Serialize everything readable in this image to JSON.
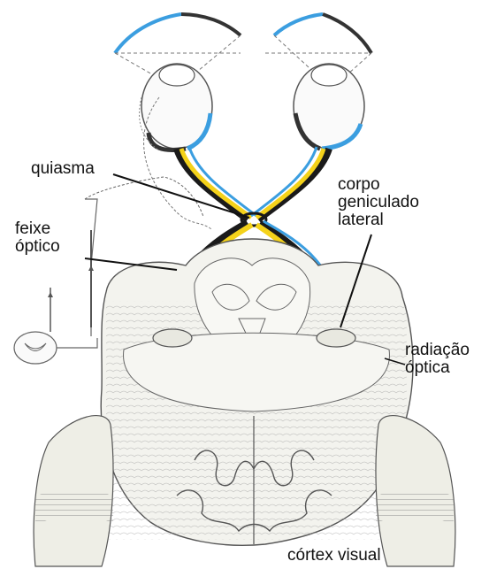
{
  "labels": {
    "quiasma": "quiasma",
    "feixe_line1": "feixe",
    "feixe_line2": "óptico",
    "corpo_line1": "corpo",
    "corpo_line2": "geniculado",
    "corpo_line3": "lateral",
    "radiacao_line1": "radiação",
    "radiacao_line2": "óptica",
    "cortex": "córtex visual"
  },
  "colors": {
    "nasal_field": "#3b9ee0",
    "temporal_field": "#333333",
    "tract_yellow": "#f4d21a",
    "tract_blue": "#3b9ee0",
    "tract_black": "#1a1a1a",
    "tissue_fill": "#f1f1ec",
    "outline": "#555555"
  }
}
